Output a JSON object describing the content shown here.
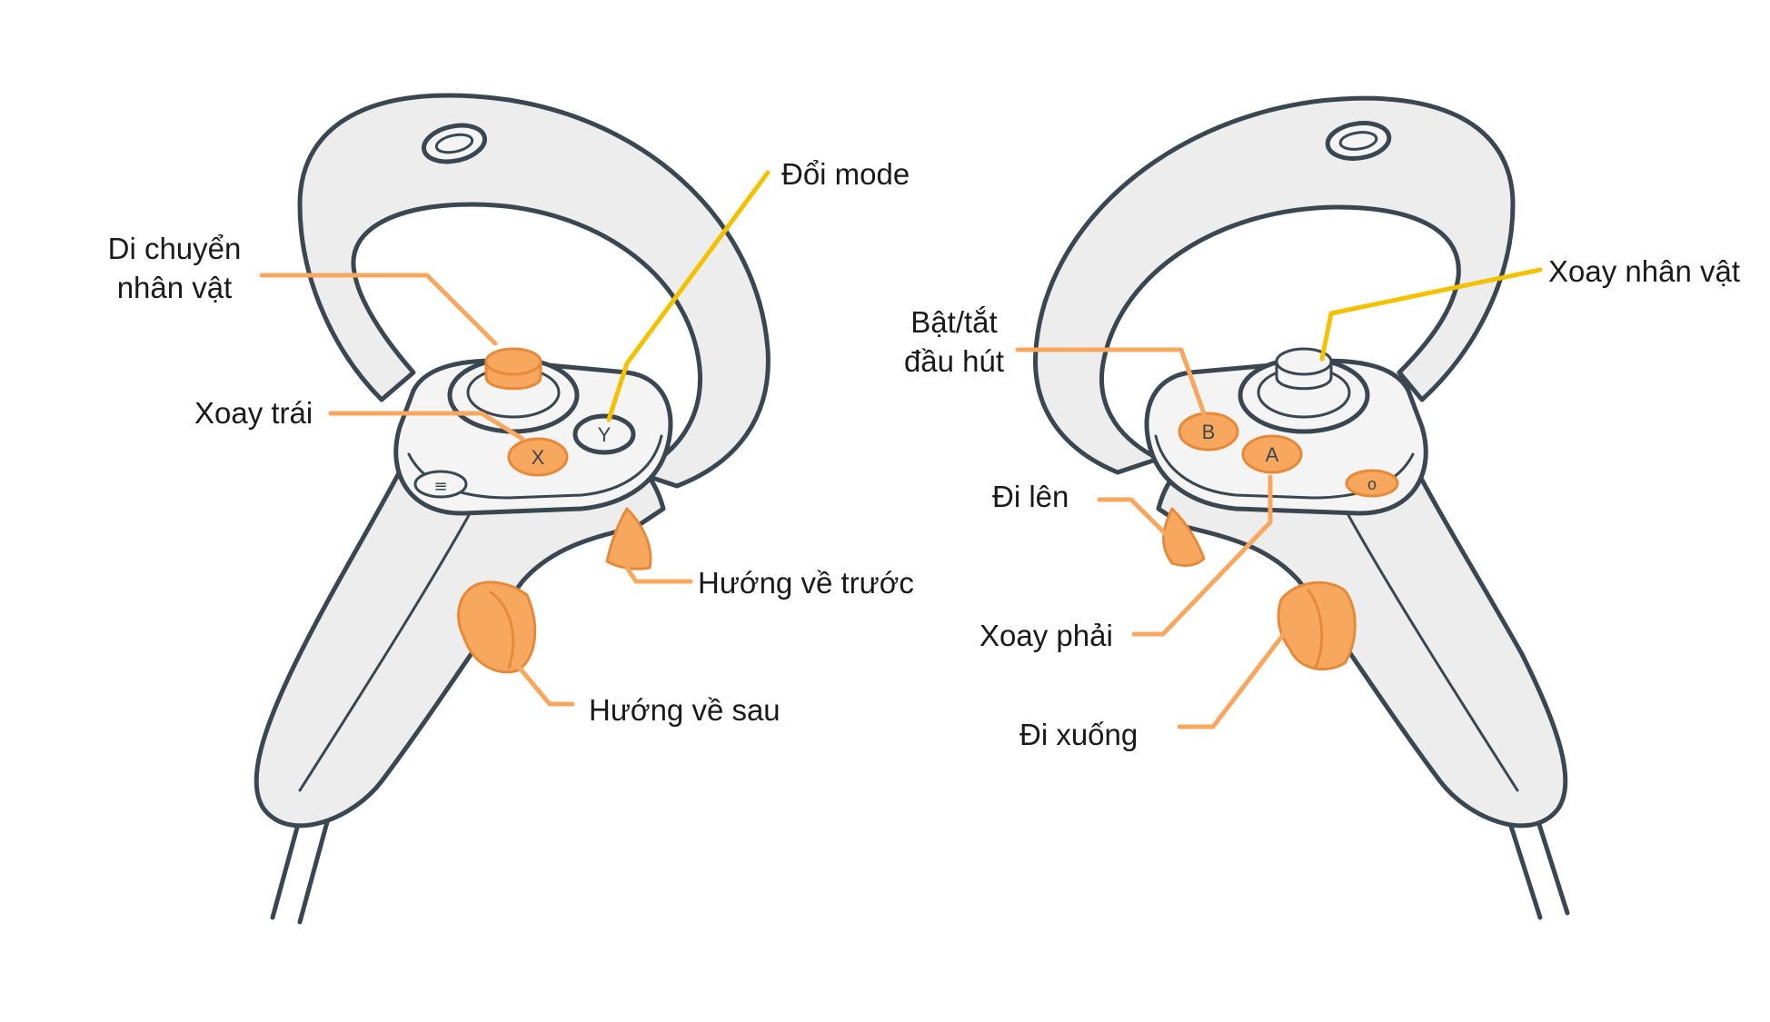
{
  "colors": {
    "outline": "#3a4750",
    "body_fill": "#ededed",
    "panel_fill": "#f4f4f4",
    "button_highlight": "#f7a75e",
    "button_highlight_dark": "#e58a3a",
    "leader_orange": "#f7a75e",
    "leader_yellow": "#f2c200",
    "text": "#1a1a1a"
  },
  "icons": {
    "left_controller": "vr-controller-left-icon",
    "right_controller": "vr-controller-right-icon"
  },
  "left_controller": {
    "labels": {
      "move_character": {
        "line1": "Di chuyển",
        "line2": "nhân vật"
      },
      "rotate_left": "Xoay trái",
      "switch_mode": "Đổi mode",
      "forward": "Hướng về trước",
      "backward": "Hướng về sau"
    },
    "button_glyphs": {
      "x_button": "X",
      "y_button": "Y",
      "menu_button": "≡"
    }
  },
  "right_controller": {
    "labels": {
      "suction_toggle": {
        "line1": "Bật/tắt",
        "line2": "đầu hút"
      },
      "rotate_character": "Xoay nhân vật",
      "go_up": "Đi lên",
      "rotate_right": "Xoay phải",
      "go_down": "Đi xuống"
    },
    "button_glyphs": {
      "a_button": "A",
      "b_button": "B",
      "oculus_button": "o"
    }
  }
}
